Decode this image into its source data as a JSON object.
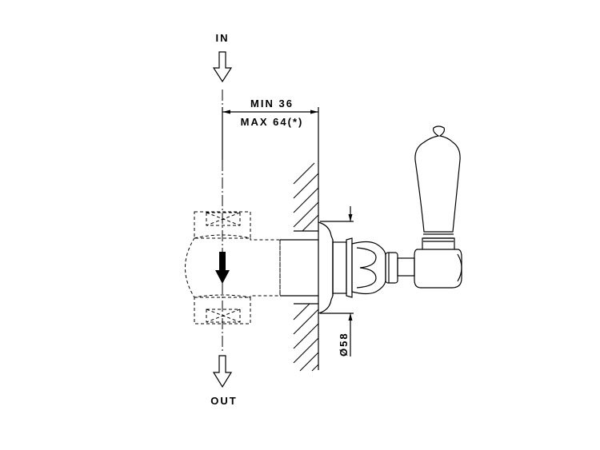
{
  "labels": {
    "inlet": "IN",
    "outlet": "OUT",
    "depth_min": "MIN 36",
    "depth_max": "MAX 64(*)",
    "flange_diameter": "Ø58"
  }
}
